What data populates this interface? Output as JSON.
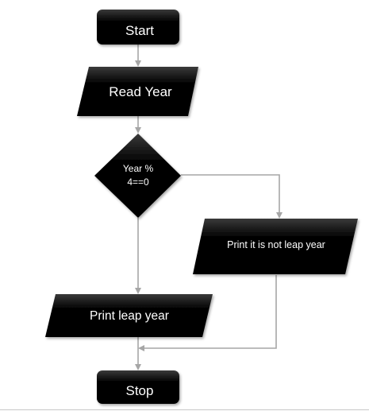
{
  "diagram": {
    "nodes": {
      "start": {
        "label": "Start"
      },
      "read_year": {
        "label": "Read Year"
      },
      "decision": {
        "label_line1": "Year %",
        "label_line2": "4==0"
      },
      "not_leap": {
        "label": "Print it is not leap year"
      },
      "leap": {
        "label": "Print leap year"
      },
      "stop": {
        "label": "Stop"
      }
    }
  },
  "colors": {
    "node_fill_top": "#3a3a3a",
    "node_fill": "#000000",
    "connector": "#a6a6a6",
    "label": "#ffffff",
    "bottom_rule": "#c8c8c8"
  }
}
